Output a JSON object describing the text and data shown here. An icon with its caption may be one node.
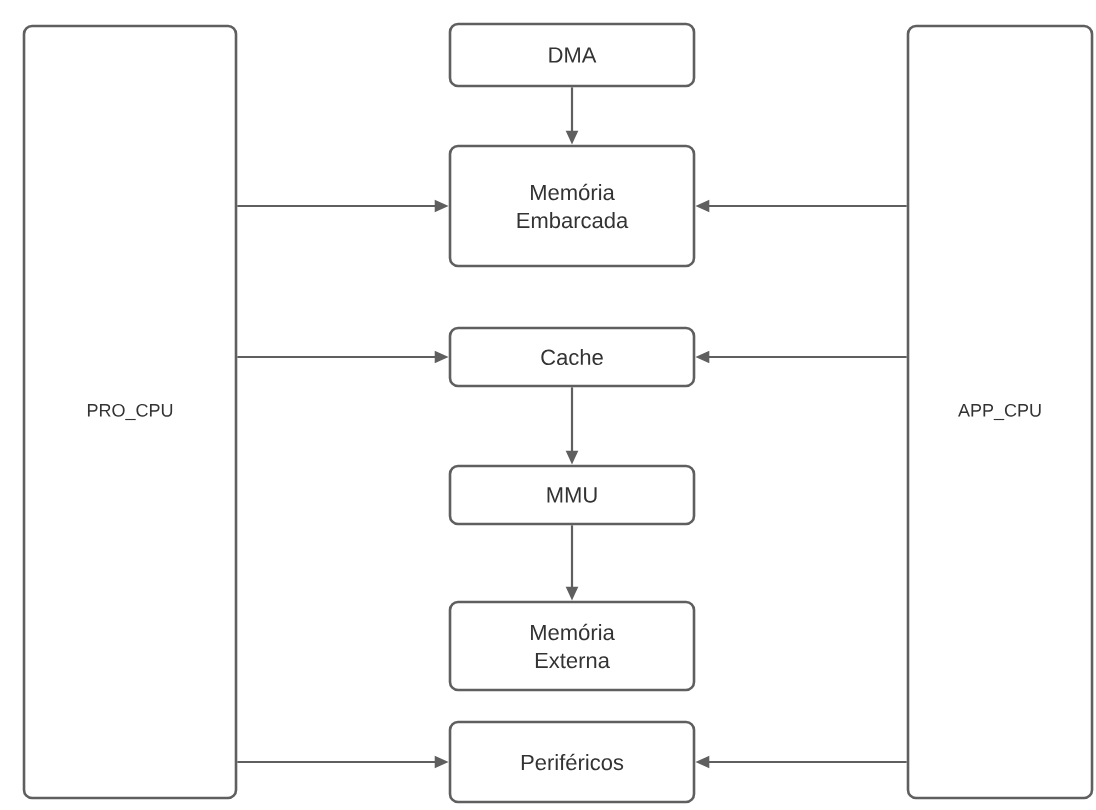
{
  "diagram": {
    "nodes": [
      {
        "text": [
          "PRO_CPU"
        ]
      },
      {
        "text": [
          "DMA"
        ]
      },
      {
        "text": [
          "Memória Embarcada"
        ]
      },
      {
        "text": [
          "Cache"
        ]
      },
      {
        "text": [
          "MMU"
        ]
      },
      {
        "text": [
          "Memória Externa"
        ]
      },
      {
        "text": [
          "Periféricos"
        ]
      },
      {
        "text": [
          "APP_CPU"
        ]
      }
    ],
    "edges": [
      {
        "from": 1,
        "to": 2,
        "arrow": "to"
      },
      {
        "from": 0,
        "to": 2,
        "arrow": "to"
      },
      {
        "from": 7,
        "to": 2,
        "arrow": "to"
      },
      {
        "from": 0,
        "to": 3,
        "arrow": "to"
      },
      {
        "from": 7,
        "to": 3,
        "arrow": "to"
      },
      {
        "from": 3,
        "to": 4,
        "arrow": "to"
      },
      {
        "from": 4,
        "to": 5,
        "arrow": "to"
      },
      {
        "from": 0,
        "to": 6,
        "arrow": "to"
      },
      {
        "from": 7,
        "to": 6,
        "arrow": "to"
      }
    ]
  }
}
